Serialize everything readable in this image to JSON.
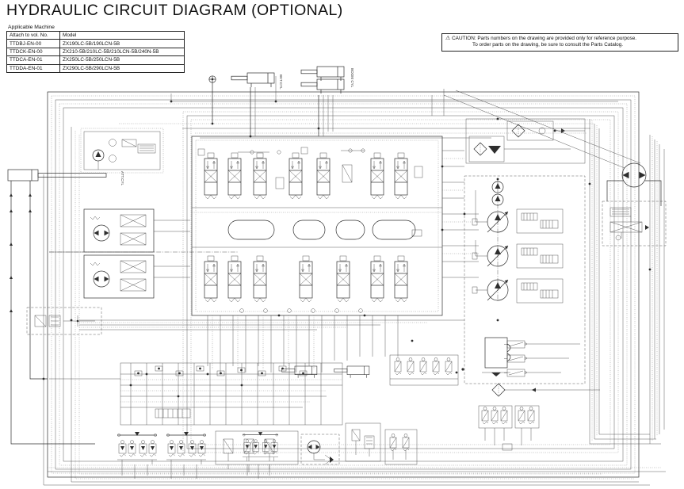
{
  "title": "HYDRAULIC CIRCUIT DIAGRAM (OPTIONAL)",
  "table": {
    "caption": "Applicable Machine",
    "headers": [
      "Attach to vol. No.",
      "Model"
    ],
    "rows": [
      [
        "TTDBJ-EN-00",
        "ZX190LC-5B/190LCN-5B"
      ],
      [
        "TTDCK-EN-00",
        "ZX210-5B/210LC-5B/210LCN-5B/240N-5B"
      ],
      [
        "TTDCA-EN-01",
        "ZX250LC-5B/250LCN-5B"
      ],
      [
        "TTDDA-EN-01",
        "ZX290LC-5B/290LCN-5B"
      ]
    ]
  },
  "caution": {
    "icon": "⚠",
    "line1": "CAUTION: Parts numbers on the drawing are provided only for reference purpose.",
    "line2": "To order parts on the drawing, be sure to consult the Parts Catalog."
  },
  "diagram": {
    "labels": {
      "att_cyl": "ATT.CYL",
      "bkt_cyl": "BKT.CYL",
      "boom_cyl": "BOOM CYL"
    }
  }
}
